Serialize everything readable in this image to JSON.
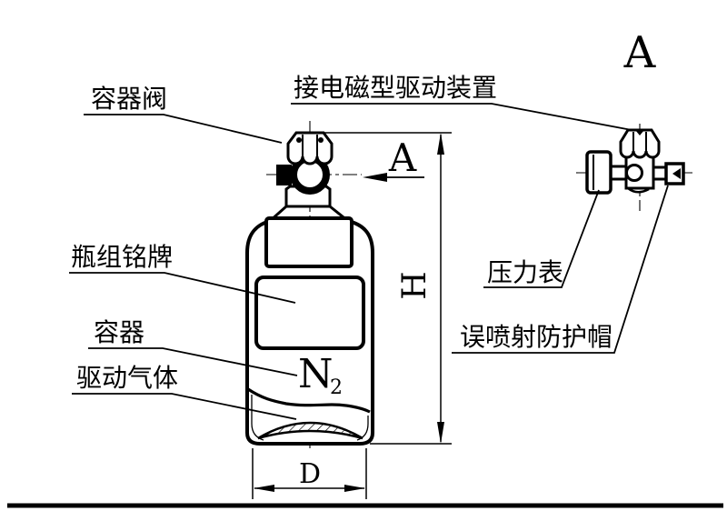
{
  "page": {
    "background": "#ffffff",
    "line_color": "#000000"
  },
  "labels": {
    "container_valve": "容器阀",
    "solenoid_drive": "接电磁型驱动装置",
    "bottle_nameplate": "瓶组铭牌",
    "container": "容器",
    "drive_gas": "驱动气体",
    "pressure_gauge": "压力表",
    "mis_discharge_cap": "误喷射防护帽"
  },
  "annotations": {
    "detail_view_letter": "A",
    "section_arrow_letter": "A",
    "height_dimension": "H",
    "diameter_dimension": "D",
    "gas_formula_element": "N",
    "gas_formula_subscript": "2"
  }
}
